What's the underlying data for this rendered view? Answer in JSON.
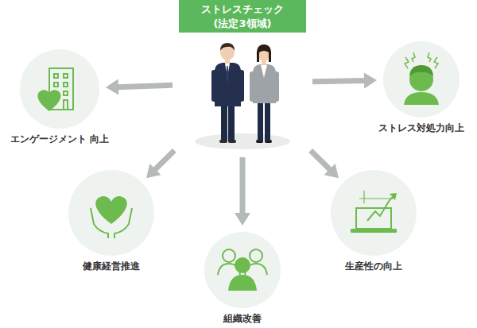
{
  "diagram": {
    "nodes": [
      {
        "text": [
          "ストレスチェック (法定3領域)"
        ]
      },
      {
        "text": [
          "エンゲージメント 向上"
        ]
      },
      {
        "text": [
          "ストレス対処力向上"
        ]
      },
      {
        "text": [
          "健康経営推進"
        ]
      },
      {
        "text": [
          "組織改善"
        ]
      },
      {
        "text": [
          "生産性の向上"
        ]
      }
    ],
    "edges": [
      {
        "from": 0,
        "to": 1,
        "arrow": "to"
      },
      {
        "from": 0,
        "to": 2,
        "arrow": "to"
      },
      {
        "from": 0,
        "to": 3,
        "arrow": "to"
      },
      {
        "from": 0,
        "to": 4,
        "arrow": "to"
      },
      {
        "from": 0,
        "to": 5,
        "arrow": "to"
      }
    ]
  }
}
